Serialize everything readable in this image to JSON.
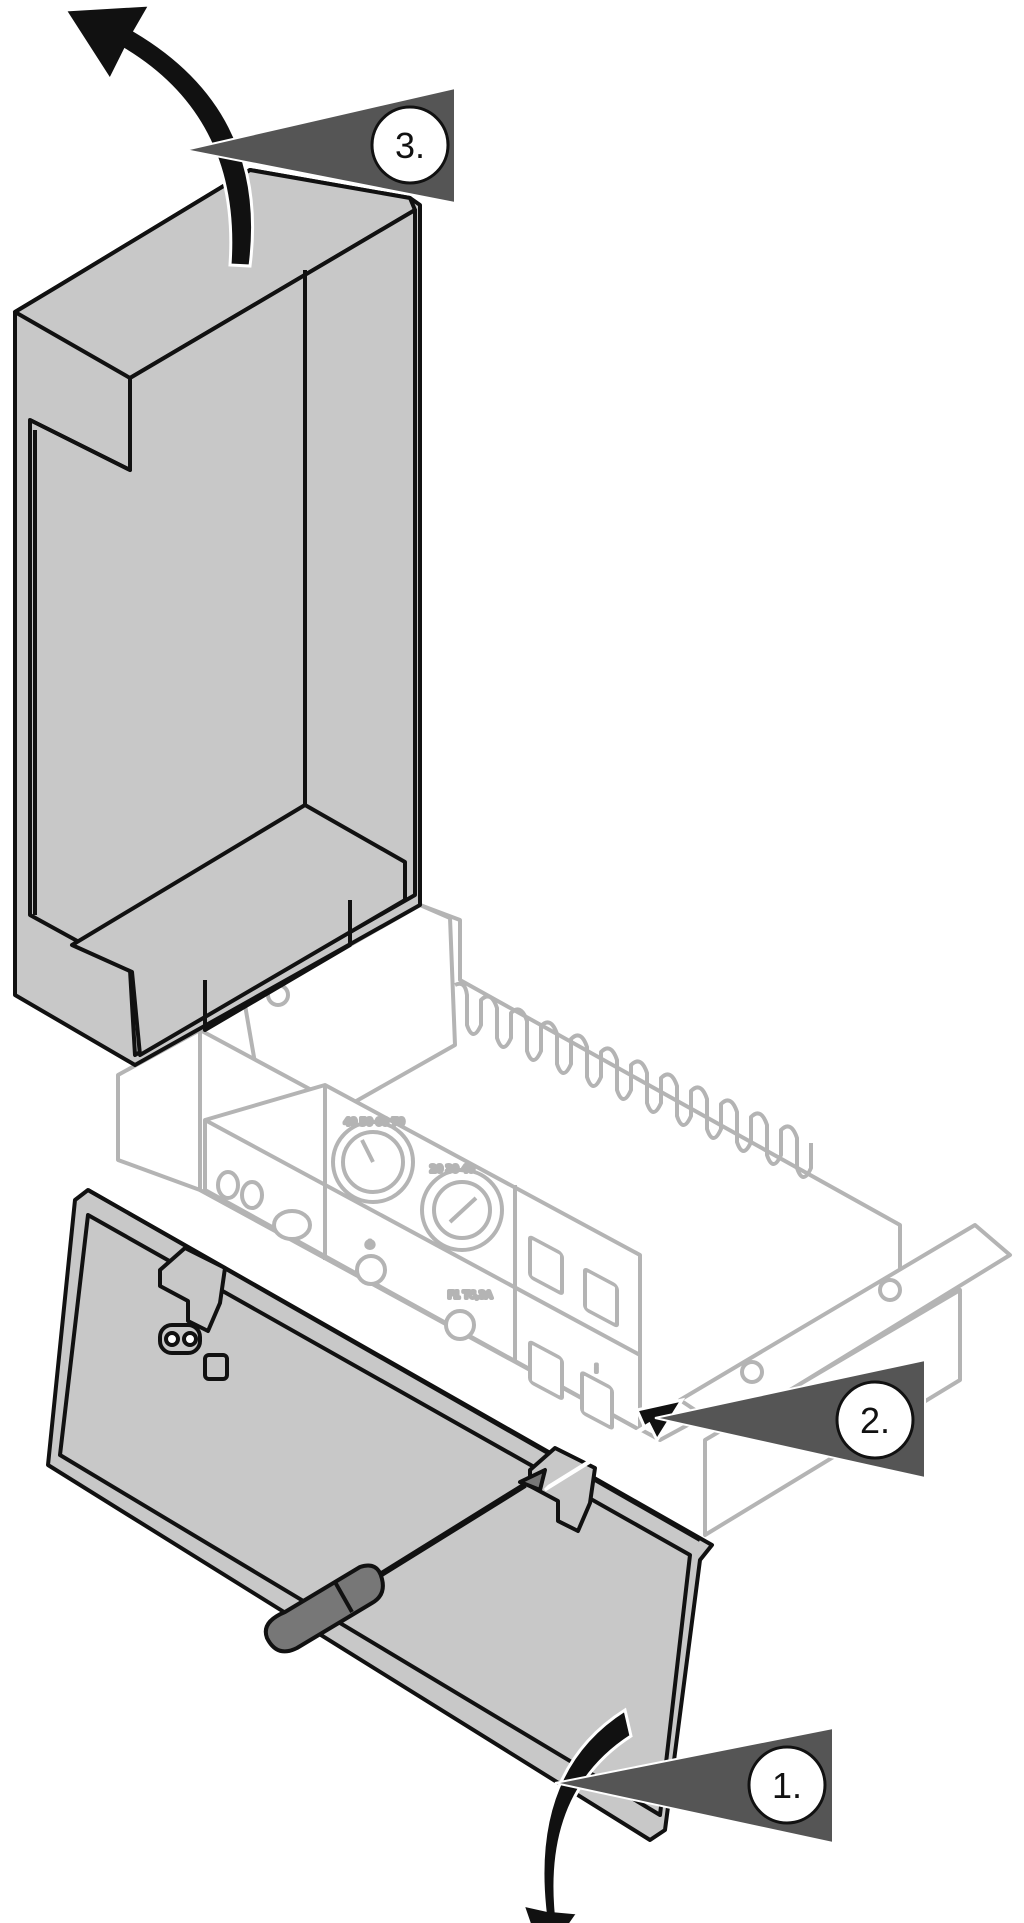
{
  "steps": {
    "step1": "1.",
    "step2": "2.",
    "step3": "3."
  },
  "panel": {
    "dial_left_scale": "40 50 60 70",
    "dial_right_scale": "20 30 40",
    "fuse_label": "F1 T6,3A",
    "power_symbol": "⏻",
    "info_symbol": "i"
  },
  "colors": {
    "cover_fill": "#c8c8c8",
    "outline": "#111111",
    "faded_outline": "#b4b4b4",
    "callout_fill": "#555555",
    "background": "#ffffff"
  }
}
